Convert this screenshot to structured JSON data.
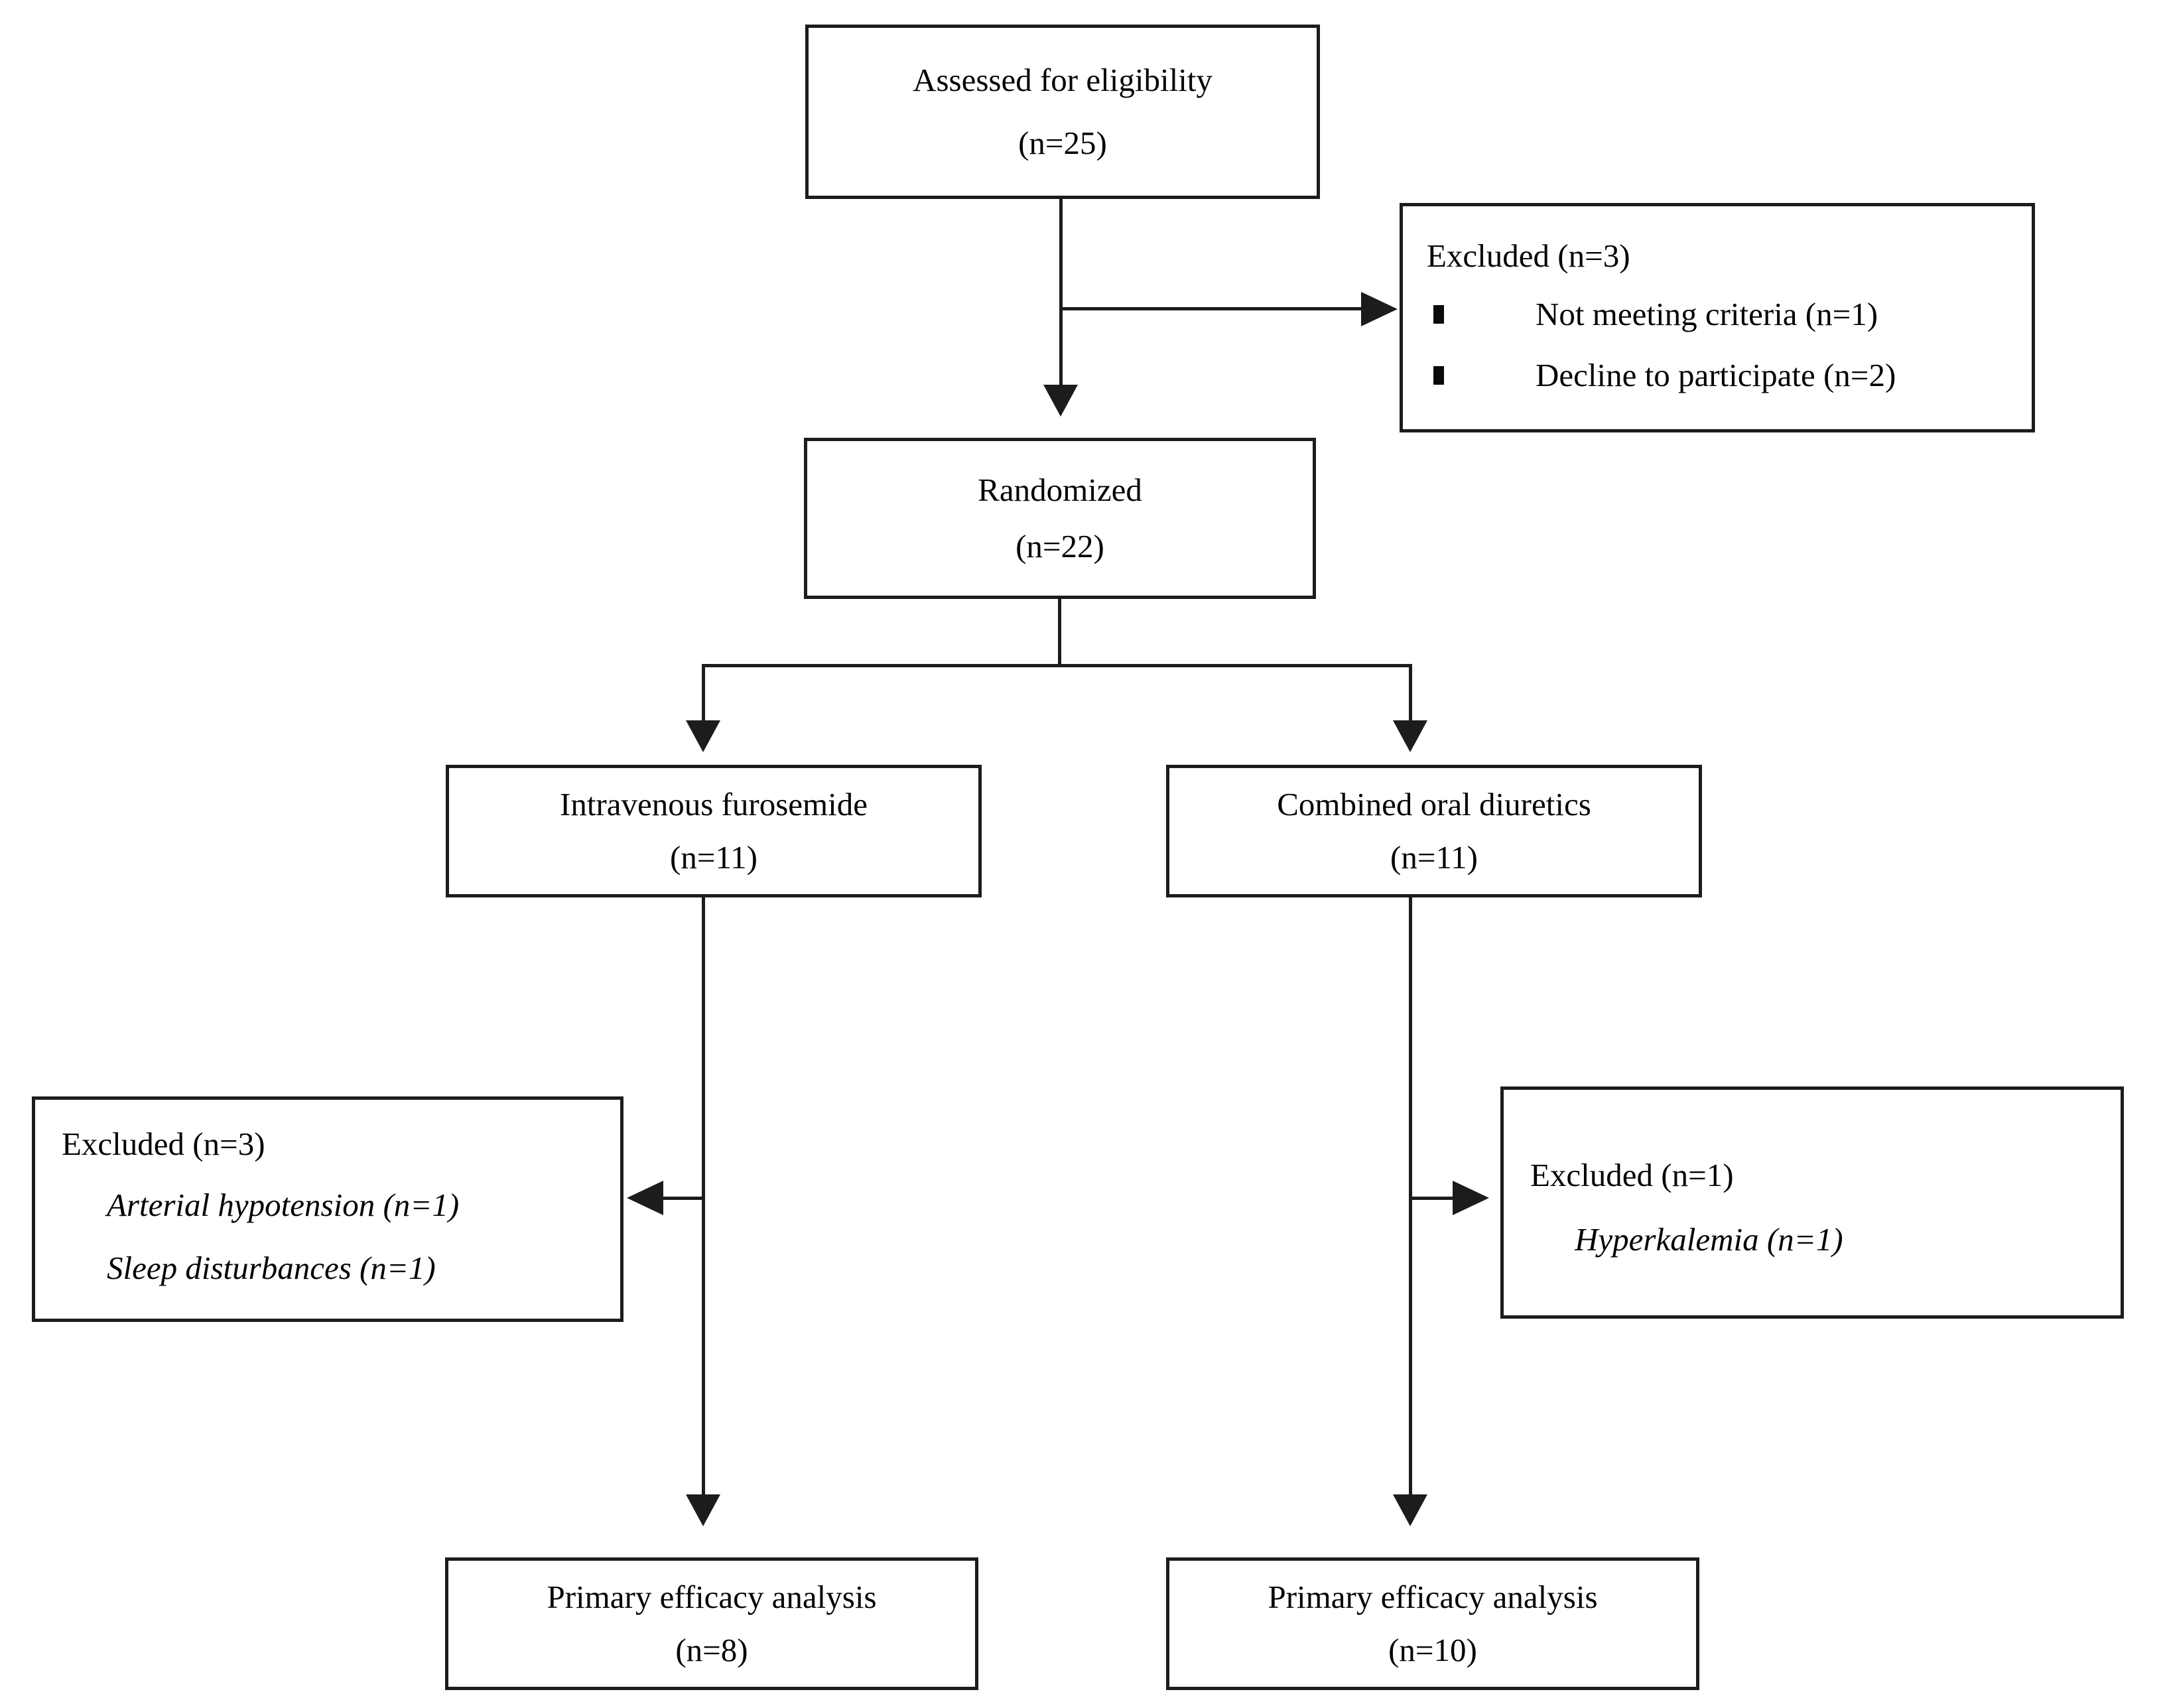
{
  "diagram": {
    "colors": {
      "line": "#1c1c1c",
      "text": "#030303",
      "background": "#ffffff"
    },
    "icons": {
      "bullet_style": "black-square",
      "arrowhead_style": "filled-triangle"
    },
    "assessed": {
      "line1": "Assessed for eligibility",
      "count": "(n=25)"
    },
    "excluded_top": {
      "title": "Excluded (n=3)",
      "items": [
        "Not meeting criteria (n=1)",
        "Decline to participate (n=2)"
      ]
    },
    "randomized": {
      "line1": "Randomized",
      "count": "(n=22)"
    },
    "arm_left": {
      "line1": "Intravenous furosemide",
      "count": "(n=11)"
    },
    "arm_right": {
      "line1": "Combined oral diuretics",
      "count": "(n=11)"
    },
    "excluded_left": {
      "title": "Excluded (n=3)",
      "items": [
        "Arterial hypotension (n=1)",
        "Sleep disturbances (n=1)"
      ]
    },
    "excluded_right": {
      "title": "Excluded (n=1)",
      "items": [
        "Hyperkalemia (n=1)"
      ]
    },
    "analysis_left": {
      "line1": "Primary efficacy analysis",
      "count": "(n=8)"
    },
    "analysis_right": {
      "line1": "Primary efficacy analysis",
      "count": "(n=10)"
    }
  }
}
